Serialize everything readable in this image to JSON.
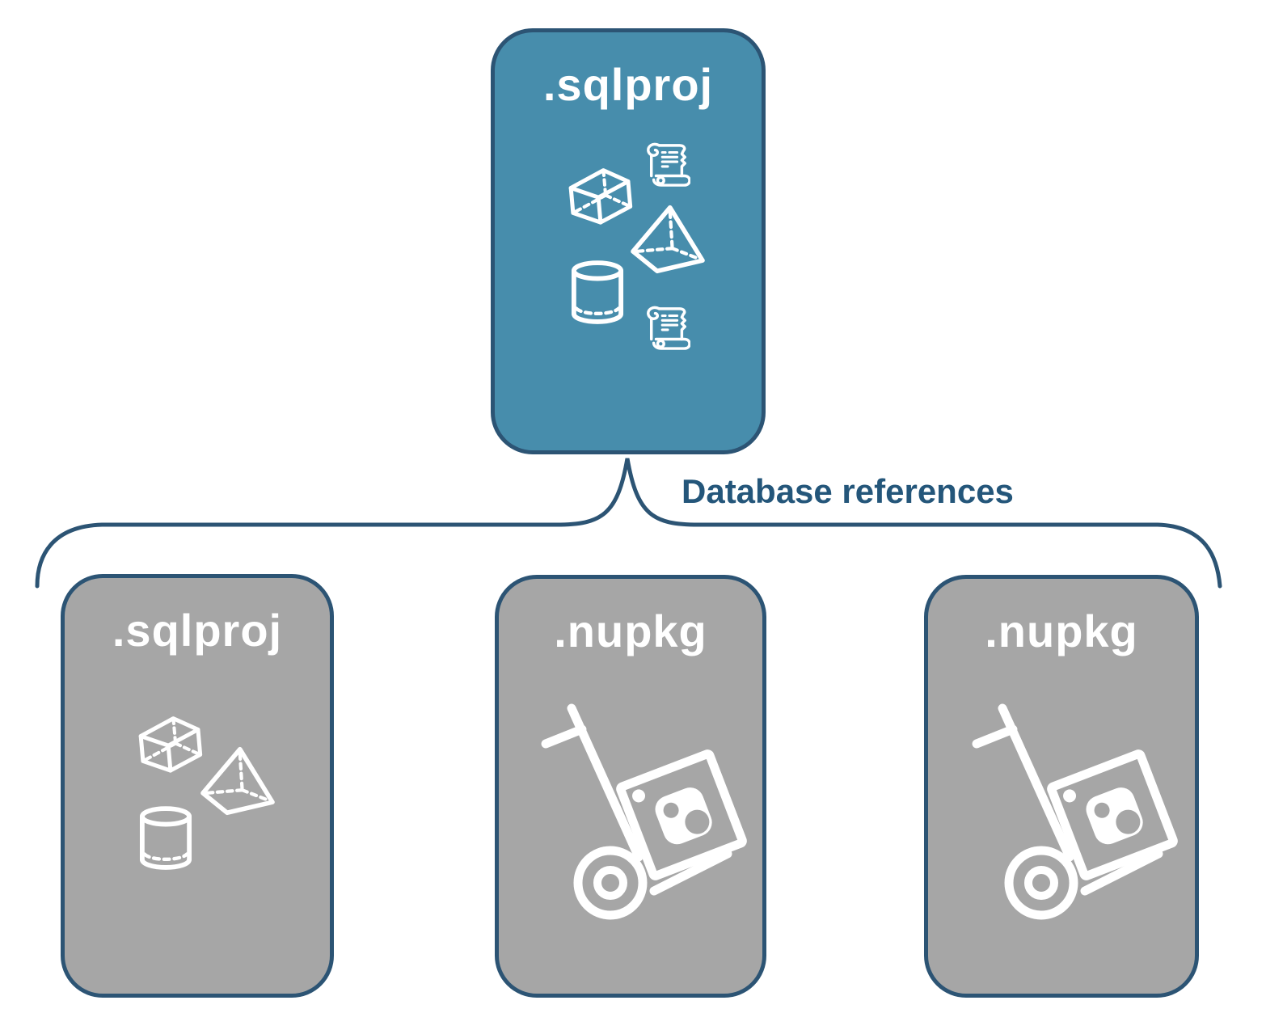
{
  "diagram": {
    "title": "SQL project database references diagram",
    "colors": {
      "accent_fill": "#478DAC",
      "gray_fill": "#A6A6A6",
      "border": "#2C5474",
      "connector": "#2C5474",
      "label_text": "#24567A",
      "icon_stroke": "#FFFFFF"
    },
    "root_node": {
      "label": ".sqlproj",
      "variant": "accent",
      "icons": [
        "cube-icon",
        "scroll-icon",
        "pyramid-icon",
        "cylinder-icon",
        "scroll-icon"
      ]
    },
    "connector_label": "Database references",
    "child_nodes": [
      {
        "label": ".sqlproj",
        "variant": "gray",
        "icons": [
          "cube-icon",
          "pyramid-icon",
          "cylinder-icon"
        ]
      },
      {
        "label": ".nupkg",
        "variant": "gray",
        "icons": [
          "hand-truck-icon"
        ]
      },
      {
        "label": ".nupkg",
        "variant": "gray",
        "icons": [
          "hand-truck-icon"
        ]
      }
    ]
  }
}
